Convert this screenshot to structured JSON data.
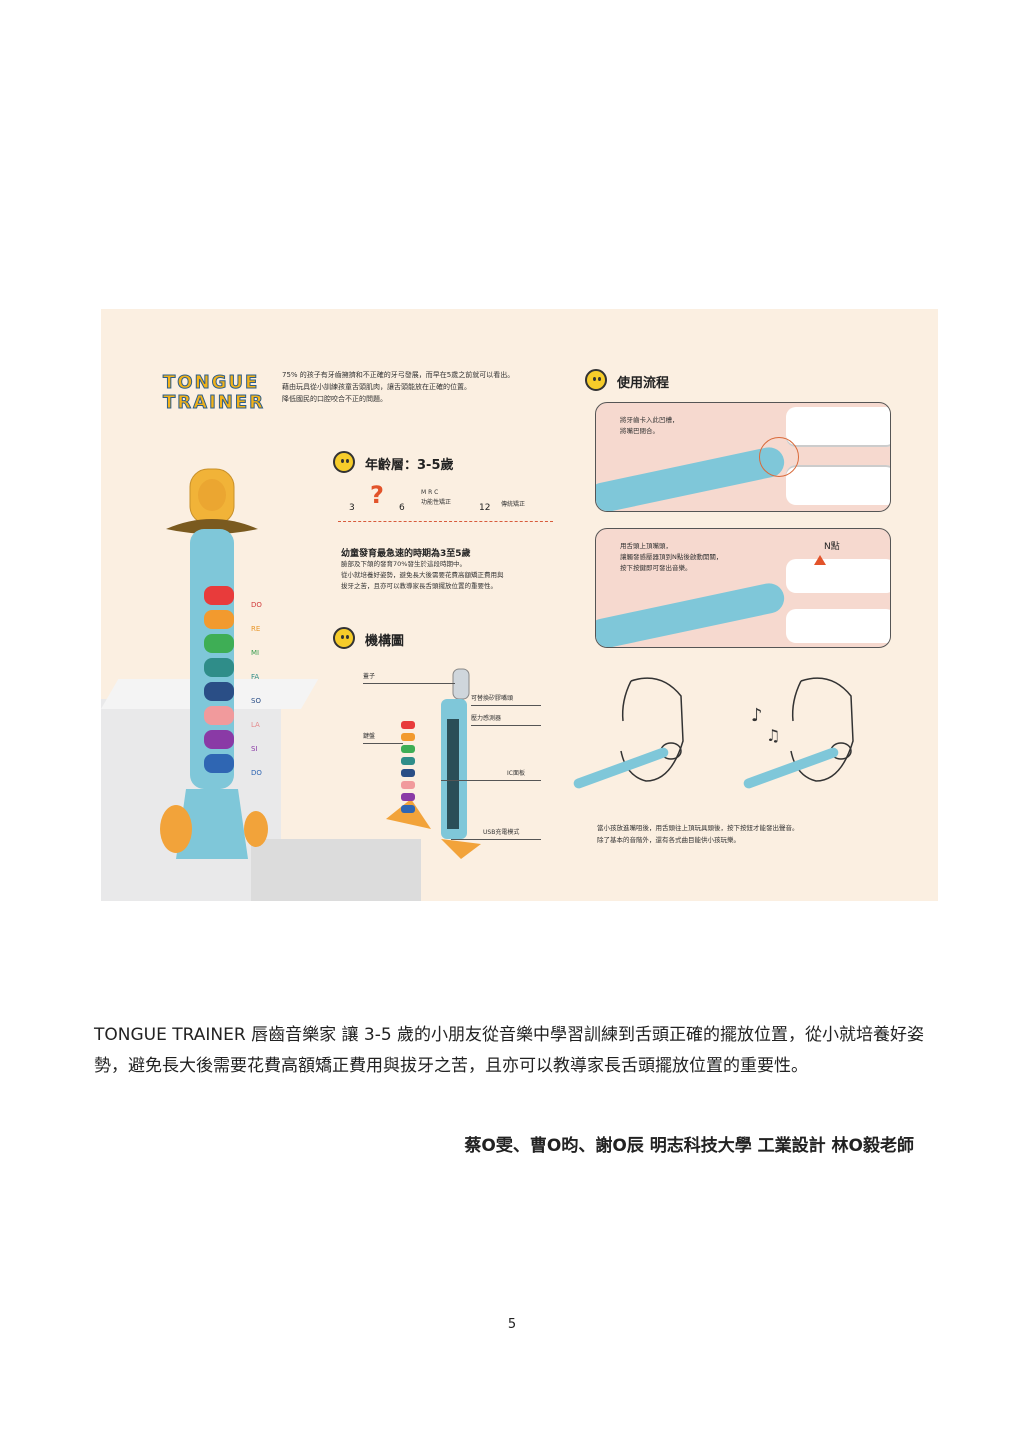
{
  "poster": {
    "logo": [
      "TONGUE",
      "TRAINER"
    ],
    "intro": [
      "75% 的孩子有牙齒擁擠和不正確的牙弓發展，而早在5歲之前就可以看出。",
      "藉由玩具從小訓練孩童舌頭肌肉，讓舌頭能放在正確的位置。",
      "降低國民的口腔咬合不正的問題。"
    ],
    "age": {
      "heading": "年齡層：3-5歲",
      "ticks": [
        "3",
        "?",
        "6",
        "M R C",
        "功能性矯正",
        "12",
        "傳統矯正"
      ],
      "big": "幼童發育最急速的時期為3至5歲",
      "text": [
        "臉部及下頜的發育70%發生於這段時期中。",
        "從小就培養好姿勢，避免長大後需要花費高額矯正費用與",
        "拔牙之苦，且亦可以教導家長舌頭擺放位置的重要性。"
      ]
    },
    "notes": [
      "DO",
      "RE",
      "MI",
      "FA",
      "SO",
      "LA",
      "SI",
      "DO"
    ],
    "structure": {
      "heading": "機構圖",
      "labels": [
        "蓋子",
        "可替換矽膠嘴頭",
        "壓力感測器",
        "鍵盤",
        "IC面板",
        "USB充電模式"
      ]
    },
    "usage": {
      "heading": "使用流程",
      "step1": [
        "將牙齒卡入此凹槽，",
        "將嘴巴閉合。"
      ],
      "step2": [
        "用舌頭上頂嘴頭，",
        "讓觸發感壓器頂到N點後啟動開關，",
        "按下按鍵即可發出音樂。"
      ],
      "npoint": "N點",
      "caption": [
        "當小孩放進嘴咀後，用舌頭往上頂玩具頭後，按下按鈕才能發出聲音。",
        "除了基本的音階外，還有各式曲目能供小孩玩樂。"
      ]
    }
  },
  "body": {
    "paragraph": "TONGUE TRAINER 唇齒音樂家  讓 3-5 歲的小朋友從音樂中學習訓練到舌頭正確的擺放位置，從小就培養好姿勢，避免長大後需要花費高額矯正費用與拔牙之苦，且亦可以教導家長舌頭擺放位置的重要性。",
    "authors": "蔡O雯、曹O昀、謝O辰  明志科技大學  工業設計  林O毅老師"
  },
  "page_number": "5",
  "colors": {
    "poster_bg": "#fbefe1",
    "toy_blue": "#7fc7d9",
    "accent_orange": "#f2a33a"
  }
}
